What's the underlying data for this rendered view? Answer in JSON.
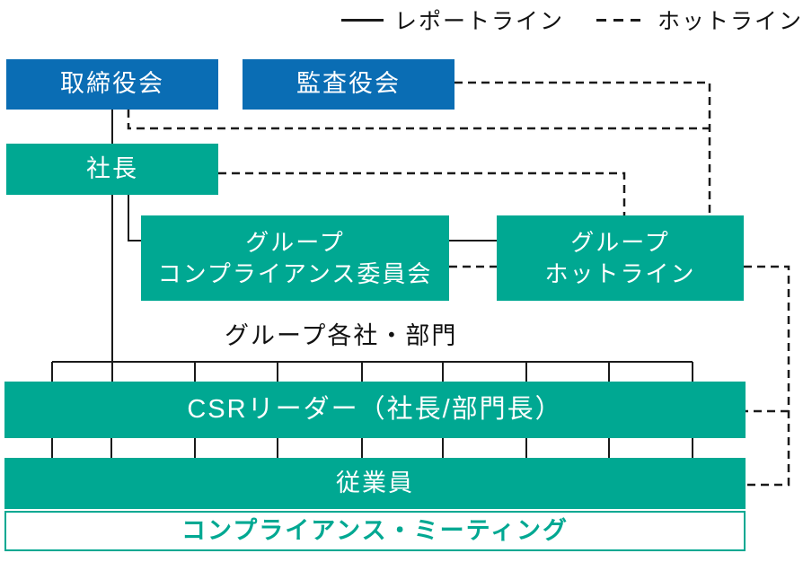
{
  "colors": {
    "box_blue": "#0a6db4",
    "box_teal": "#00a892",
    "line_black": "#1a1a1a"
  },
  "legend": {
    "report_label": "レポートライン",
    "hotline_label": "ホットライン"
  },
  "nodes": {
    "board": {
      "label": "取締役会"
    },
    "audit": {
      "label": "監査役会"
    },
    "president": {
      "label": "社長"
    },
    "committee": {
      "line1": "グループ",
      "line2": "コンプライアンス委員会"
    },
    "group_hotline": {
      "line1": "グループ",
      "line2": "ホットライン"
    },
    "group_companies_label": "グループ各社・部門",
    "csr_leader": {
      "label": "CSRリーダー（社長/部門長）"
    },
    "employees": {
      "label": "従業員"
    },
    "compliance_meeting": {
      "label": "コンプライアンス・ミーティング"
    }
  },
  "edges": [
    {
      "type": "report",
      "from": "board",
      "to": "president"
    },
    {
      "type": "report",
      "from": "president",
      "to": "committee"
    },
    {
      "type": "report",
      "from": "committee",
      "to": "group_hotline"
    },
    {
      "type": "report",
      "from": "president",
      "to": "csr_leader"
    },
    {
      "type": "report",
      "from": "csr_leader",
      "to": "employees"
    },
    {
      "type": "hotline",
      "from": "audit",
      "to": "group_hotline"
    },
    {
      "type": "hotline",
      "from": "board",
      "to": "group_hotline"
    },
    {
      "type": "hotline",
      "from": "president",
      "to": "group_hotline"
    },
    {
      "type": "hotline",
      "from": "committee",
      "to": "group_hotline"
    },
    {
      "type": "hotline",
      "from": "group_hotline",
      "to": "csr_leader"
    },
    {
      "type": "hotline",
      "from": "group_hotline",
      "to": "employees"
    }
  ],
  "connectors": {
    "report": [
      "M125,122 V160",
      "M125,217 V425",
      "M143,217 V268 H158",
      "M500,268 H553",
      "M58,403 H771",
      "M58,403 V425",
      "M217,403 V425",
      "M309,403 V425",
      "M403,403 V425",
      "M493,403 V425",
      "M586,403 V425",
      "M678,403 V425",
      "M771,403 V425",
      "M58,488 V510",
      "M124,488 V510",
      "M217,488 V510",
      "M309,488 V510",
      "M403,488 V510",
      "M493,488 V510",
      "M586,488 V510",
      "M678,488 V510",
      "M771,488 V510"
    ],
    "hotline": [
      "M506,92 H790 V240",
      "M143,122 V143 H790",
      "M243,193 H695 V240",
      "M500,297 H553",
      "M828,297 H878 V540 H830",
      "M878,458 H830"
    ]
  }
}
